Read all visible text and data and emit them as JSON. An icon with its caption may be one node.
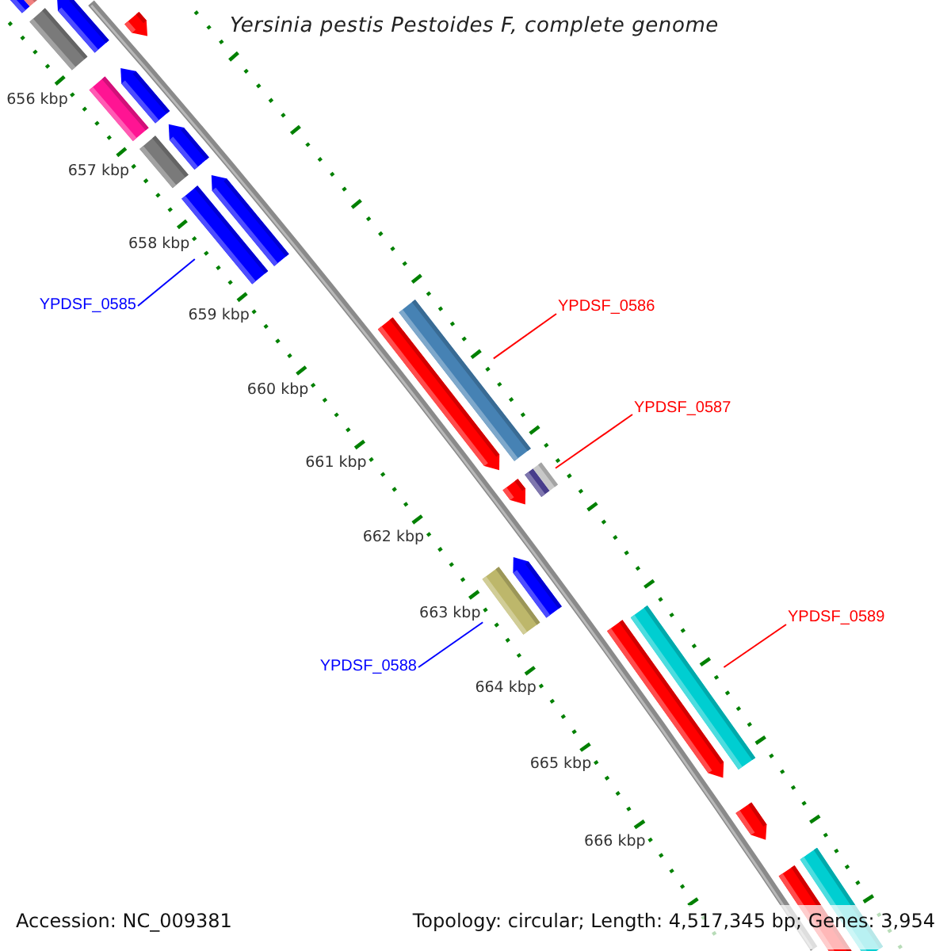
{
  "diagram": {
    "title": "Yersinia pestis Pestoides F, complete genome",
    "nodes": [
      {
        "text": [
          "YPDSF_0585"
        ]
      },
      {
        "text": [],
        "shape": "bar"
      },
      {
        "text": [
          "YPDSF_0586"
        ]
      },
      {
        "text": [],
        "shape": "bar"
      },
      {
        "text": [
          "YPDSF_0587"
        ]
      },
      {
        "text": [],
        "shape": "bar"
      },
      {
        "text": [
          "YPDSF_0588"
        ]
      },
      {
        "text": [],
        "shape": "bar"
      },
      {
        "text": [
          "YPDSF_0589"
        ]
      },
      {
        "text": [],
        "shape": "bar"
      }
    ],
    "edges": [
      {
        "from": 0,
        "to": 1,
        "arrow": "none",
        "color": "#0000ff"
      },
      {
        "from": 2,
        "to": 3,
        "arrow": "none"
      },
      {
        "from": 4,
        "to": 5,
        "arrow": "none"
      },
      {
        "from": 6,
        "to": 7,
        "arrow": "none",
        "color": "#0000ff"
      },
      {
        "from": 8,
        "to": 9,
        "arrow": "none"
      }
    ],
    "labels": [
      "656 kbp",
      "657 kbp",
      "658 kbp",
      "659 kbp",
      "660 kbp",
      "661 kbp",
      "662 kbp",
      "663 kbp",
      "664 kbp",
      "665 kbp",
      "666 kbp",
      "Accession: NC_009381",
      "Topology: circular; Length: 4,517,345 bp; Genes: 3,954"
    ]
  }
}
